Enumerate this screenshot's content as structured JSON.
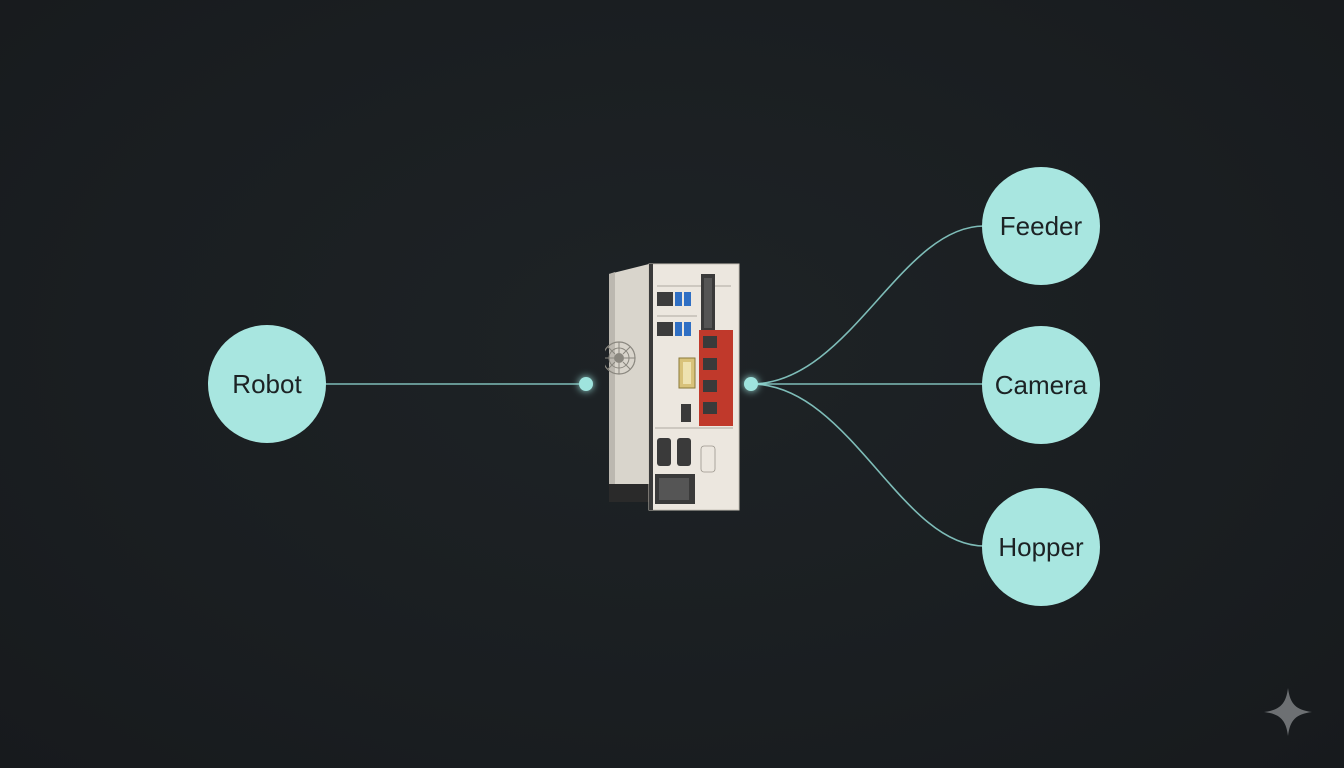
{
  "diagram": {
    "hub": {
      "name": "industrial-pc",
      "left_node": "Robot",
      "right_nodes": [
        "Feeder",
        "Camera",
        "Hopper"
      ]
    },
    "nodes": [
      {
        "id": "robot",
        "label": "Robot"
      },
      {
        "id": "feeder",
        "label": "Feeder"
      },
      {
        "id": "camera",
        "label": "Camera"
      },
      {
        "id": "hopper",
        "label": "Hopper"
      }
    ],
    "edges": [
      {
        "from": "robot",
        "to": "industrial-pc"
      },
      {
        "from": "industrial-pc",
        "to": "feeder"
      },
      {
        "from": "industrial-pc",
        "to": "camera"
      },
      {
        "from": "industrial-pc",
        "to": "hopper"
      }
    ]
  },
  "colors": {
    "background": "#1b1f22",
    "node_fill": "#a8e6e0",
    "wire": "#8fd8d2",
    "device_accent": "#c0392b"
  },
  "icons": {
    "corner": "sparkle-icon"
  }
}
